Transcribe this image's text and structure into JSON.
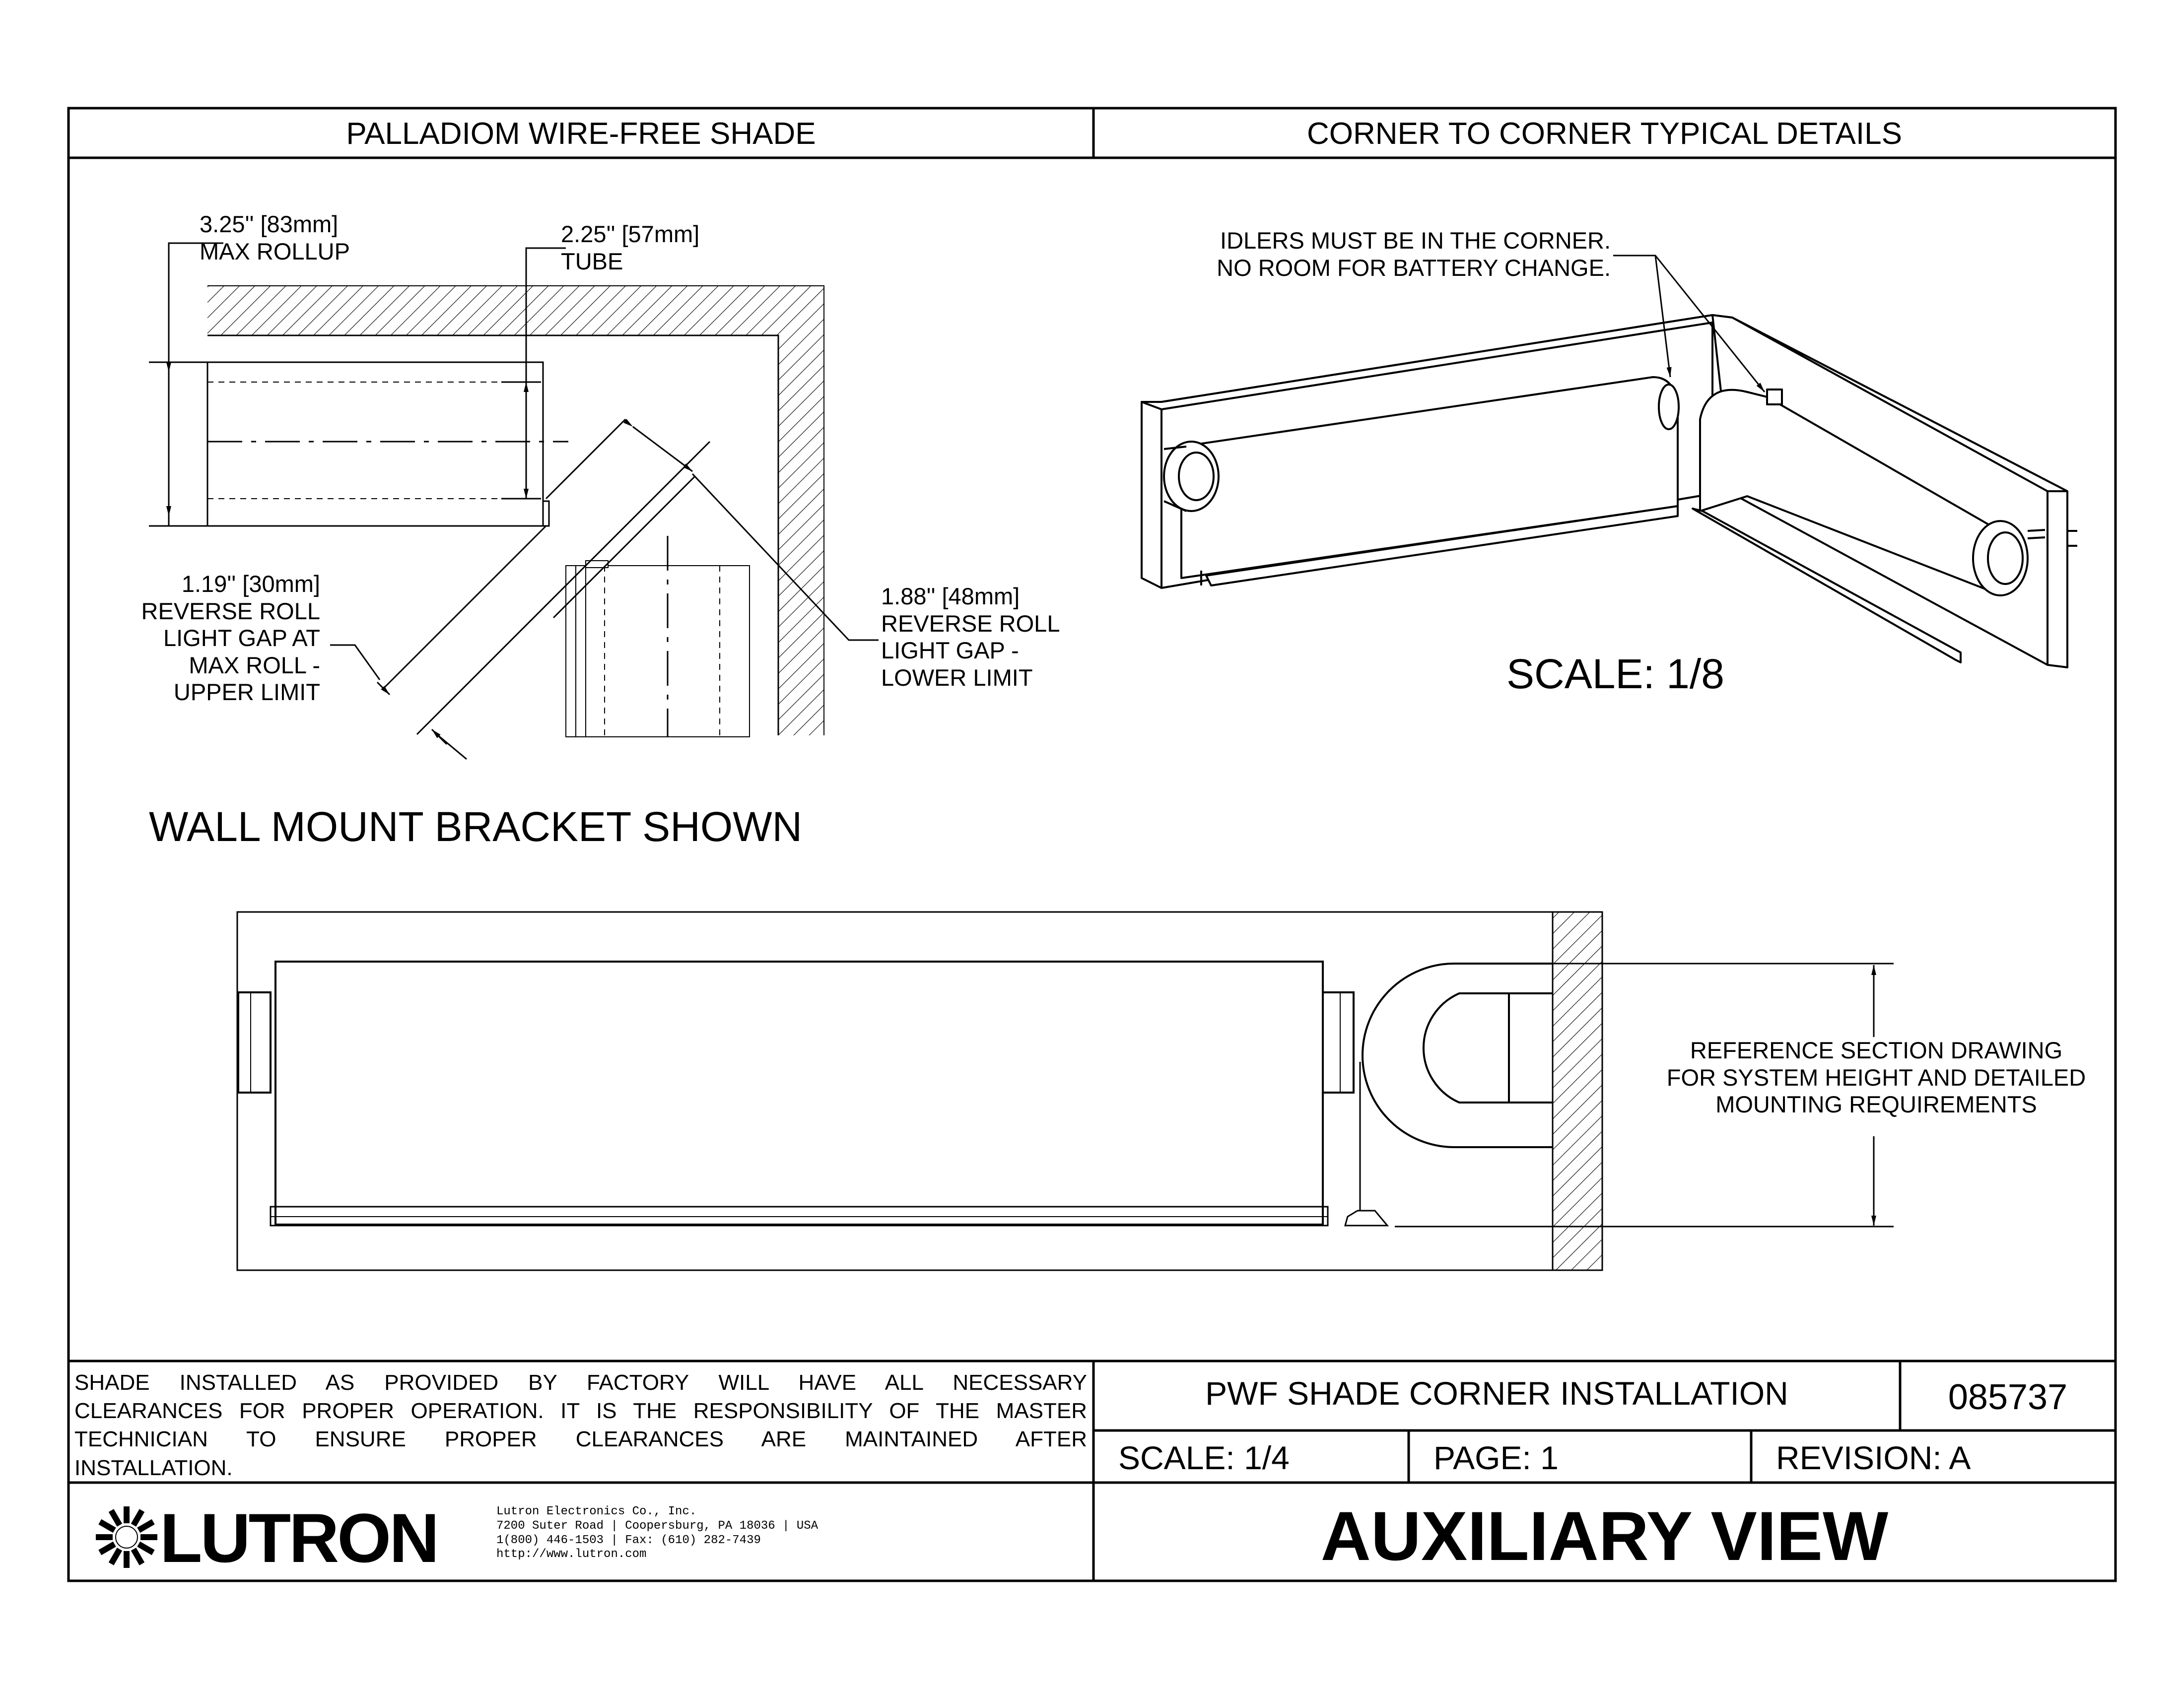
{
  "header": {
    "left_title": "PALLADIOM WIRE-FREE SHADE",
    "right_title": "CORNER TO CORNER TYPICAL DETAILS"
  },
  "plan_view": {
    "max_rollup_dim": "3.25'' [83mm]",
    "max_rollup_label": "MAX ROLLUP",
    "tube_dim": "2.25'' [57mm]",
    "tube_label": "TUBE",
    "upper_gap_dim": "1.19'' [30mm]",
    "upper_gap_lines": [
      "REVERSE ROLL",
      "LIGHT GAP AT",
      "MAX ROLL -",
      "UPPER LIMIT"
    ],
    "lower_gap_dim": "1.88'' [48mm]",
    "lower_gap_lines": [
      "REVERSE ROLL",
      "LIGHT GAP -",
      "LOWER LIMIT"
    ],
    "caption": "WALL MOUNT BRACKET SHOWN"
  },
  "iso_view": {
    "note_lines": [
      "IDLERS MUST BE IN THE CORNER.",
      "NO ROOM FOR BATTERY CHANGE."
    ],
    "scale": "SCALE: 1/8"
  },
  "aux_view": {
    "reference_lines": [
      "REFERENCE SECTION DRAWING",
      "FOR SYSTEM HEIGHT AND DETAILED",
      "MOUNTING REQUIREMENTS"
    ]
  },
  "title_block": {
    "notes_lines": [
      "SHADE INSTALLED AS PROVIDED BY FACTORY WILL HAVE ALL NECESSARY",
      "CLEARANCES FOR PROPER OPERATION. IT IS THE RESPONSIBILITY OF THE MASTER",
      "TECHNICIAN TO ENSURE PROPER CLEARANCES ARE MAINTAINED AFTER",
      "INSTALLATION."
    ],
    "drawing_title": "PWF SHADE CORNER INSTALLATION",
    "drawing_number": "085737",
    "scale": "SCALE:  1/4",
    "page": "PAGE:  1",
    "revision": "REVISION:  A",
    "view_title": "AUXILIARY VIEW",
    "company": {
      "logo_text": "LUTRON",
      "address_lines": [
        "Lutron Electronics Co., Inc.",
        "7200 Suter Road | Coopersburg, PA 18036 | USA",
        "1(800) 446-1503 | Fax: (610) 282-7439",
        "http://www.lutron.com"
      ]
    }
  },
  "colors": {
    "ink": "#000000",
    "paper": "#ffffff"
  }
}
